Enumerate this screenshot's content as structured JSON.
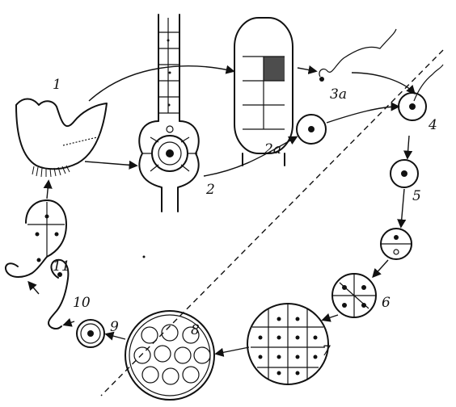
{
  "labels": {
    "l1": "1",
    "l2": "2",
    "l2a": "2a",
    "l3a": "3a",
    "l4": "4",
    "l5": "5",
    "l6": "6",
    "l7": "7",
    "l8": "8",
    "l9": "9",
    "l10": "10",
    "l11": "11"
  }
}
